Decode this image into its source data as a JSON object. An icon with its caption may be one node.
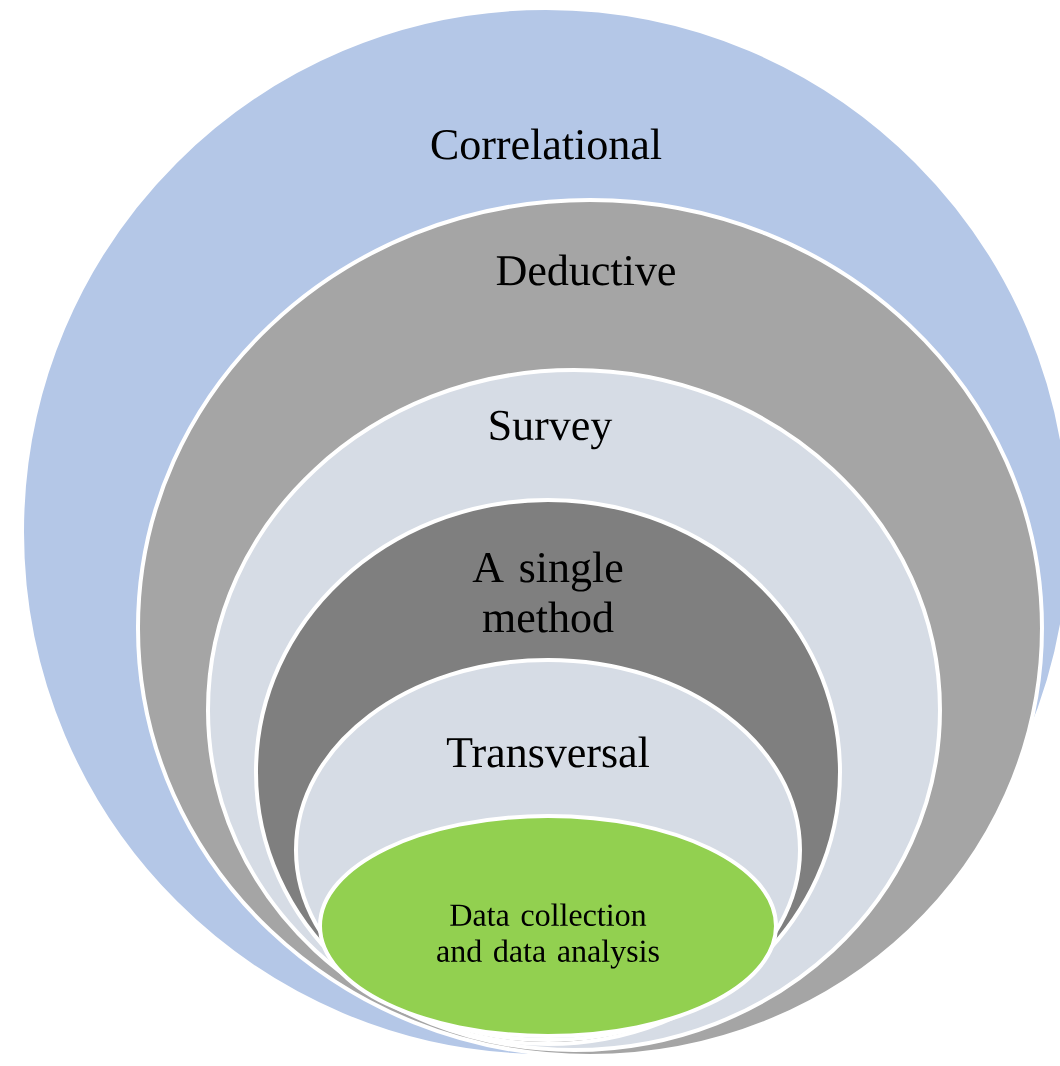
{
  "diagram": {
    "nodes": [
      {
        "text": [
          "Correlational"
        ]
      },
      {
        "text": [
          "Deductive"
        ],
        "in": 0
      },
      {
        "text": [
          "Survey"
        ],
        "in": 1
      },
      {
        "text": [
          "A single method"
        ],
        "in": 2
      },
      {
        "text": [
          "Transversal"
        ],
        "in": 3
      },
      {
        "text": [
          "Data collection and data analysis"
        ],
        "in": 4
      }
    ]
  }
}
